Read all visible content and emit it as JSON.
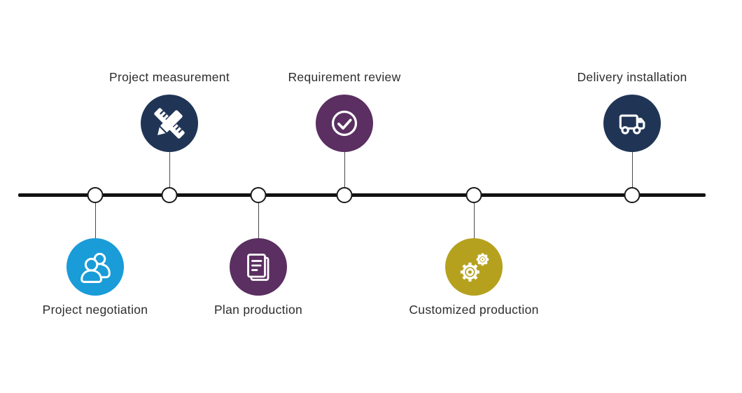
{
  "timeline": {
    "type": "process-timeline",
    "orientation": "horizontal",
    "background": "#ffffff",
    "line_color": "#111111",
    "connector_color": "#4a4a4a",
    "node_fill": "#ffffff",
    "node_border": "#1a1a1a",
    "label_color": "#2d2d2d",
    "icon_color": "#ffffff",
    "steps": [
      {
        "label": "Project negotiation",
        "position": "below",
        "icon": "users-icon",
        "color": "#199CD8"
      },
      {
        "label": "Project measurement",
        "position": "above",
        "icon": "ruler-pencil-icon",
        "color": "#203556"
      },
      {
        "label": "Plan production",
        "position": "below",
        "icon": "document-icon",
        "color": "#5B2F62"
      },
      {
        "label": "Requirement review",
        "position": "above",
        "icon": "check-circle-icon",
        "color": "#5B2F62"
      },
      {
        "label": "Customized production",
        "position": "below",
        "icon": "gears-icon",
        "color": "#B5A11E"
      },
      {
        "label": "Delivery installation",
        "position": "above",
        "icon": "truck-icon",
        "color": "#203556"
      }
    ]
  }
}
